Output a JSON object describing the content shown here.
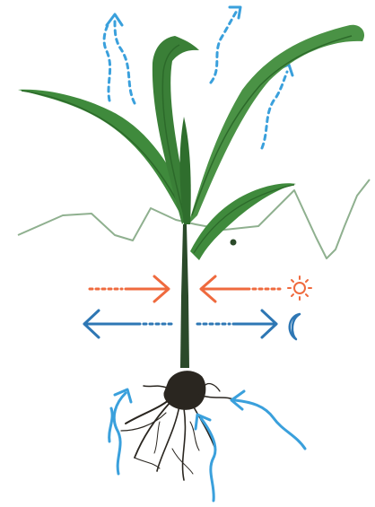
{
  "diagram": {
    "subject": "plant-water-cycle",
    "elements": {
      "plant": {
        "icon": "corn-seedling-icon"
      },
      "transpiration_arrows": {
        "icon": "dashed-up-arrow-icon",
        "count": 4
      },
      "soil_moisture_line": {
        "icon": "jagged-line-icon"
      },
      "day_arrows": {
        "icon": "inward-arrows-icon",
        "symbol": "sun-icon"
      },
      "night_arrows": {
        "icon": "outward-arrows-icon",
        "symbol": "moon-icon"
      },
      "water_uptake_arrows": {
        "icon": "wavy-up-arrow-icon",
        "count": 4
      },
      "roots": {
        "icon": "root-system-icon"
      }
    },
    "colors": {
      "leaf": "#3f8a3c",
      "leaf_dark": "#2c6a2a",
      "stem": "#2b4a2a",
      "water_blue": "#3aa0dc",
      "day_orange": "#ef6a3e",
      "night_blue": "#2e77b4",
      "line_green": "#8fb08f",
      "root": "#2a2620"
    }
  }
}
